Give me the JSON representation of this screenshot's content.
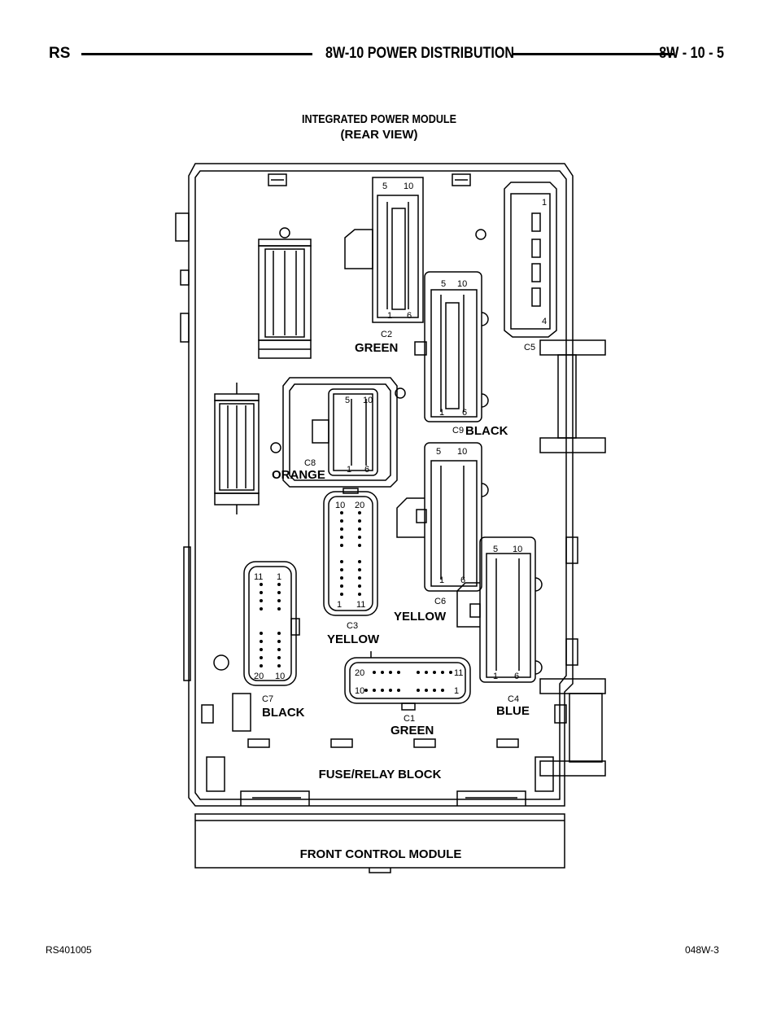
{
  "header": {
    "left": "RS",
    "center": "8W-10 POWER DISTRIBUTION",
    "right": "8W - 10 - 5"
  },
  "title": {
    "line1": "INTEGRATED POWER MODULE",
    "line2": "(REAR VIEW)"
  },
  "labels": {
    "fuse_relay_block": "FUSE/RELAY BLOCK",
    "front_control_module": "FRONT CONTROL MODULE"
  },
  "connectors": {
    "c1": {
      "id": "C1",
      "color": "GREEN",
      "pins_top_left": "20",
      "pins_top_right": "11",
      "pins_bot_left": "10",
      "pins_bot_right": "1"
    },
    "c2": {
      "id": "C2",
      "color": "GREEN",
      "pin_a": "5",
      "pin_b": "10",
      "pin_c": "1",
      "pin_d": "6"
    },
    "c3": {
      "id": "C3",
      "color": "YELLOW",
      "pin_a": "10",
      "pin_b": "20",
      "pin_c": "1",
      "pin_d": "11"
    },
    "c4": {
      "id": "C4",
      "color": "BLUE",
      "pin_a": "5",
      "pin_b": "10",
      "pin_c": "1",
      "pin_d": "6"
    },
    "c5": {
      "id": "C5",
      "pin_a": "1",
      "pin_b": "4"
    },
    "c6": {
      "id": "C6",
      "color": "YELLOW",
      "pin_a": "5",
      "pin_b": "10",
      "pin_c": "1",
      "pin_d": "6"
    },
    "c7": {
      "id": "C7",
      "color": "BLACK",
      "pin_a": "11",
      "pin_b": "1",
      "pin_c": "20",
      "pin_d": "10"
    },
    "c8": {
      "id": "C8",
      "color": "ORANGE",
      "pin_a": "5",
      "pin_b": "10",
      "pin_c": "1",
      "pin_d": "6"
    },
    "c9": {
      "id": "C9",
      "color": "BLACK",
      "pin_a": "5",
      "pin_b": "10",
      "pin_c": "1",
      "pin_d": "6"
    }
  },
  "footer": {
    "left": "RS401005",
    "right": "048W-3"
  }
}
